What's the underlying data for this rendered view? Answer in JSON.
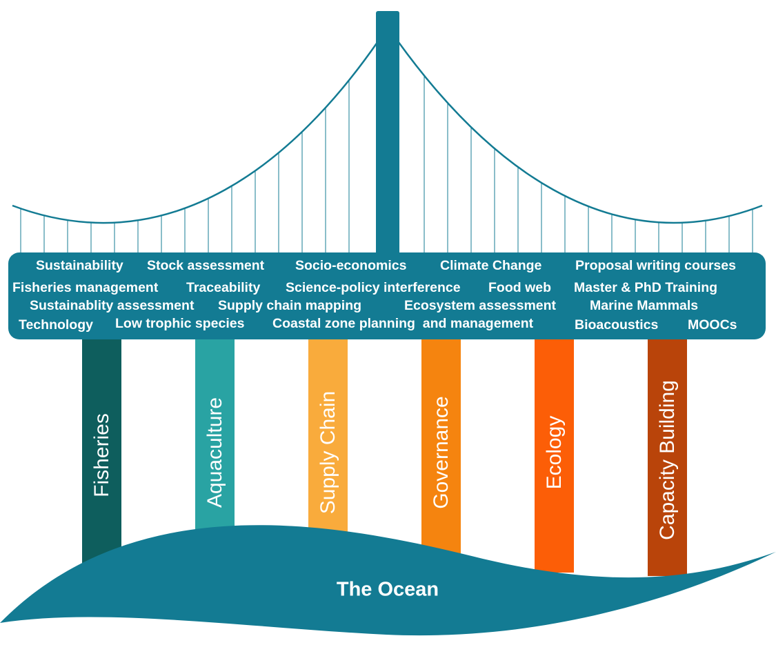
{
  "diagram": {
    "bridge_topics": [
      "Sustainability",
      "Stock assessment",
      "Socio-economics",
      "Climate Change",
      "Proposal writing courses",
      "Fisheries management",
      "Traceability",
      "Science-policy interference",
      "Food web",
      "Master & PhD Training",
      "Sustainablity assessment",
      "Supply chain mapping",
      "Ecosystem assessment",
      "Marine Mammals",
      "Technology",
      "Low trophic species",
      "Coastal zone planning  and management",
      "Bioacoustics",
      "MOOCs"
    ],
    "pillars": [
      {
        "label": "Fisheries",
        "color": "#0E5E5D"
      },
      {
        "label": "Aquaculture",
        "color": "#29A3A3"
      },
      {
        "label": "Supply Chain",
        "color": "#F9AB3C"
      },
      {
        "label": "Governance",
        "color": "#F5840F"
      },
      {
        "label": "Ecology",
        "color": "#FC5E07"
      },
      {
        "label": "Capacity Building",
        "color": "#B9440A"
      }
    ],
    "foundation_label": "The Ocean",
    "colors": {
      "bridge": "#137B93",
      "cable": "#137B93",
      "hanger": "#137B93",
      "topic_text": "#FFFFFF"
    }
  }
}
